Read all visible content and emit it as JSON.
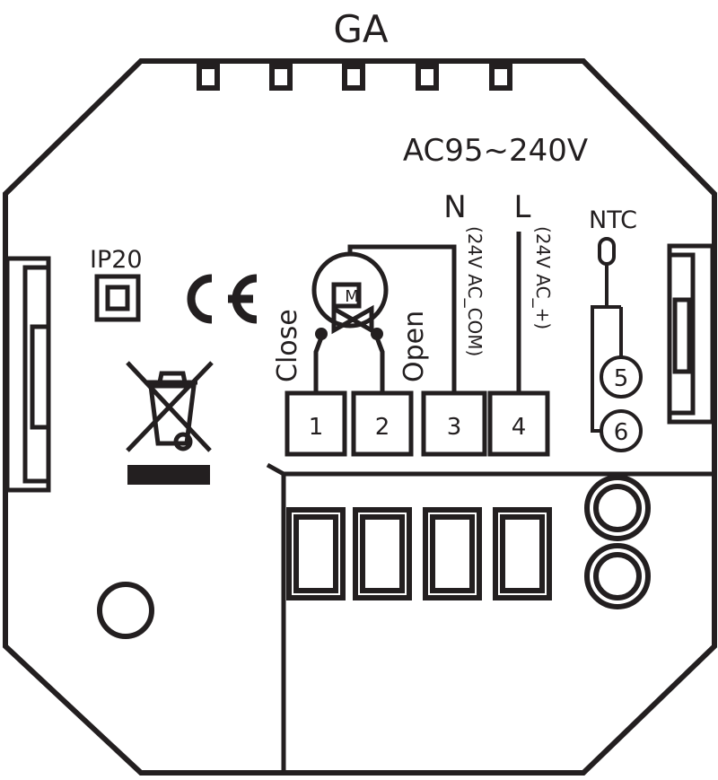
{
  "model_label": "GA",
  "voltage_label": "AC95~240V",
  "neutral_label": "N",
  "live_label": "L",
  "neutral_sub_label": "(24V AC_COM)",
  "live_sub_label": "(24V AC_+)",
  "ntc_label": "NTC",
  "ip_rating": "IP20",
  "ce_mark": "CE",
  "valve_motor_letter": "M",
  "close_label": "Close",
  "open_label": "Open",
  "terminals": [
    "1",
    "2",
    "3",
    "4"
  ],
  "ntc_terminals": [
    "5",
    "6"
  ],
  "icons": {
    "weee": "crossed-out-wheelie-bin-icon",
    "valve": "motorized-valve-icon",
    "ntc_sensor": "ntc-sensor-icon"
  },
  "colors": {
    "ink": "#231f20",
    "background": "#ffffff"
  }
}
